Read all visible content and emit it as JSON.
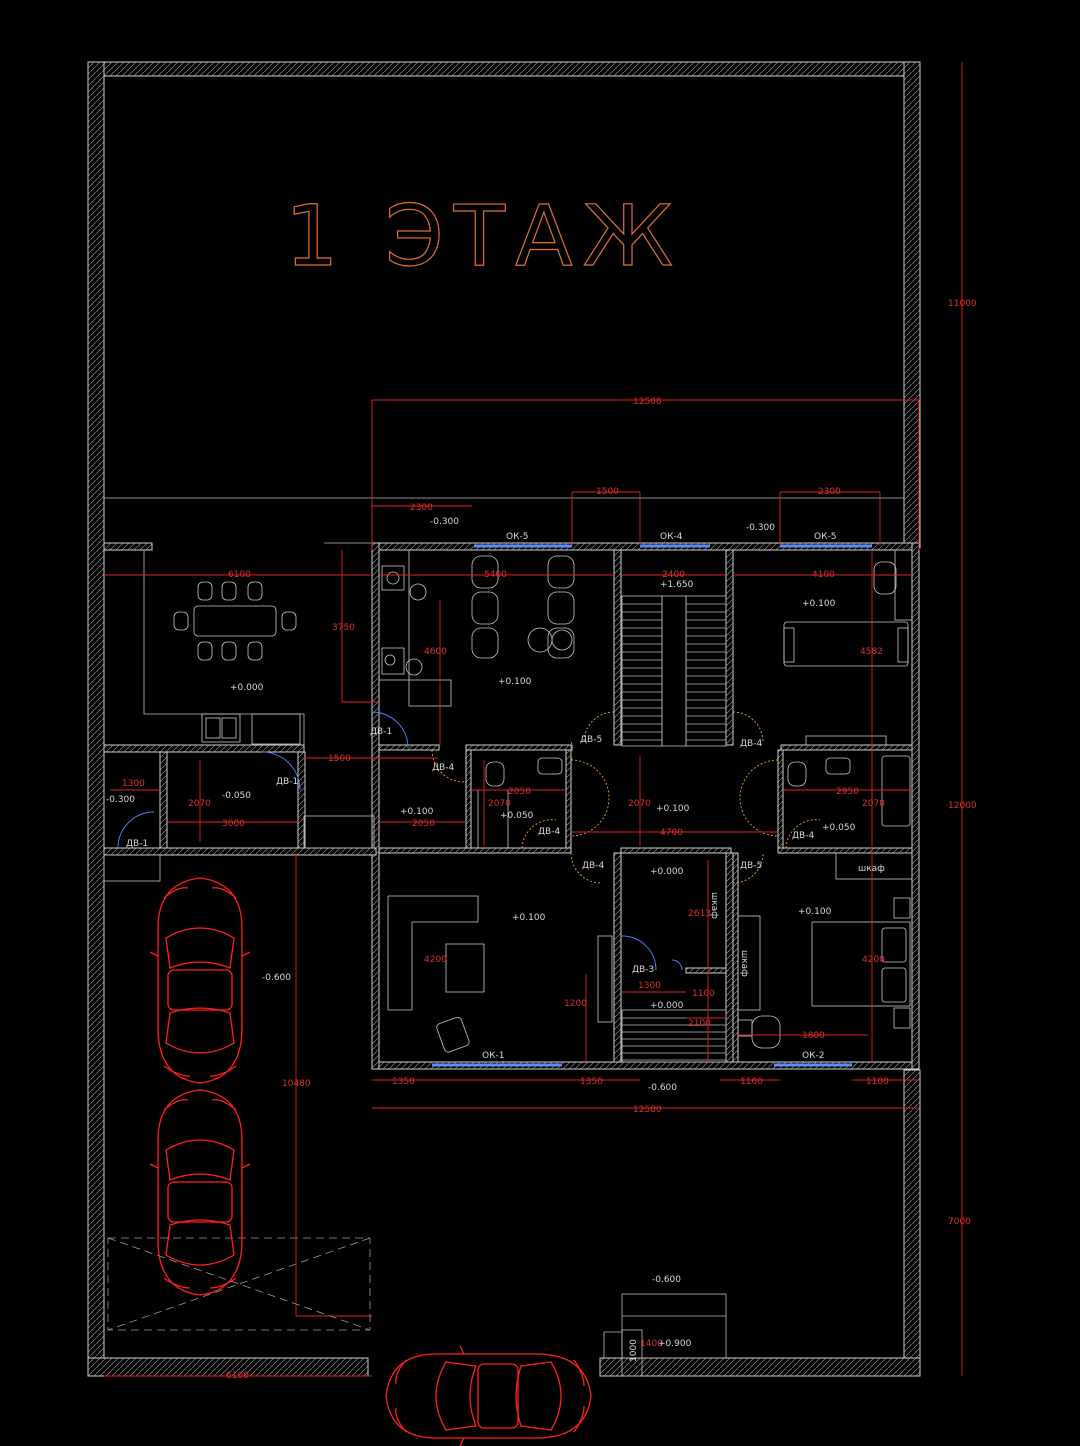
{
  "title": "1 ЭТАЖ",
  "colors": {
    "background": "#000000",
    "walls": "#cfcfcf",
    "dimensions": "#e02020",
    "cars": "#ff2020",
    "windows": "#5a8cff",
    "doors": "#f0a030",
    "title": "#e07030"
  },
  "dimensions": {
    "total_height_top": "11000",
    "width_top": "12500",
    "seg_2300_left": "2300",
    "seg_1500": "1500",
    "seg_2300_right": "2300",
    "house_height": "12000",
    "lower_yard": "7000",
    "width_bottom": "12500",
    "bottom_1350_a": "1350",
    "bottom_1350_b": "1350",
    "bottom_1100_a": "1100",
    "bottom_1100_b": "1100",
    "yard_width": "6100",
    "driveway_len": "10480",
    "dining_width": "6100",
    "kitchen_height": "3750",
    "kitchen_width": "5400",
    "kitchen_depth": "4600",
    "stair_width": "2400",
    "right_room_width": "4100",
    "right_room_depth": "4582",
    "hall_top": "1500",
    "small_1300": "1300",
    "storage_3000": "3000",
    "storage_2070": "2070",
    "wc_2050_a": "2050",
    "wc_2050_b": "2050",
    "wc_2070_a": "2070",
    "hall_2070": "2070",
    "hall_4700": "4700",
    "bath_2950": "2950",
    "bath_2070": "2070",
    "office_1200": "1200",
    "office_4200": "4200",
    "closet_1300": "1300",
    "closet_1100": "1100",
    "closet_2613": "2613",
    "closet_2100": "2100",
    "bed_1800": "1800",
    "bed_4200": "4200",
    "steps_1400": "1400",
    "side_1000": "1000"
  },
  "levels": {
    "yard_top_left": "-0.300",
    "yard_top_right": "-0.300",
    "dining": "+0.000",
    "entry_left": "-0.300",
    "storage": "-0.050",
    "kitchen": "+0.100",
    "stair_landing": "+1.650",
    "living_right": "+0.100",
    "hall_left": "+0.100",
    "wc_left": "+0.050",
    "hall_center": "+0.100",
    "bath_right": "+0.050",
    "driveway": "-0.600",
    "office": "+0.100",
    "closet_top": "+0.000",
    "closet_bottom": "+0.000",
    "bedroom": "+0.100",
    "front_center": "-0.600",
    "yard_bottom": "-0.600",
    "porch": "+0.900"
  },
  "windows": {
    "ok5_left": "ОК-5",
    "ok4": "ОК-4",
    "ok5_right": "ОК-5",
    "ok1": "ОК-1",
    "ok2": "ОК-2"
  },
  "doors": {
    "dv1_kitchen": "ДВ-1",
    "dv1_storage": "ДВ-1",
    "dv1_entry": "ДВ-1",
    "dv4_hall": "ДВ-4",
    "dv5_hall": "ДВ-5",
    "dv4_stair": "ДВ-4",
    "dv4_wc": "ДВ-4",
    "dv4_bath": "ДВ-4",
    "dv4_office": "ДВ-4",
    "dv5_bed": "ДВ-5",
    "dv3_closet": "ДВ-3"
  },
  "notes": {
    "wardrobe_bed": "шкаф",
    "wardrobe_closet": "шкаф",
    "wardrobe_bed_side": "шкаф"
  }
}
